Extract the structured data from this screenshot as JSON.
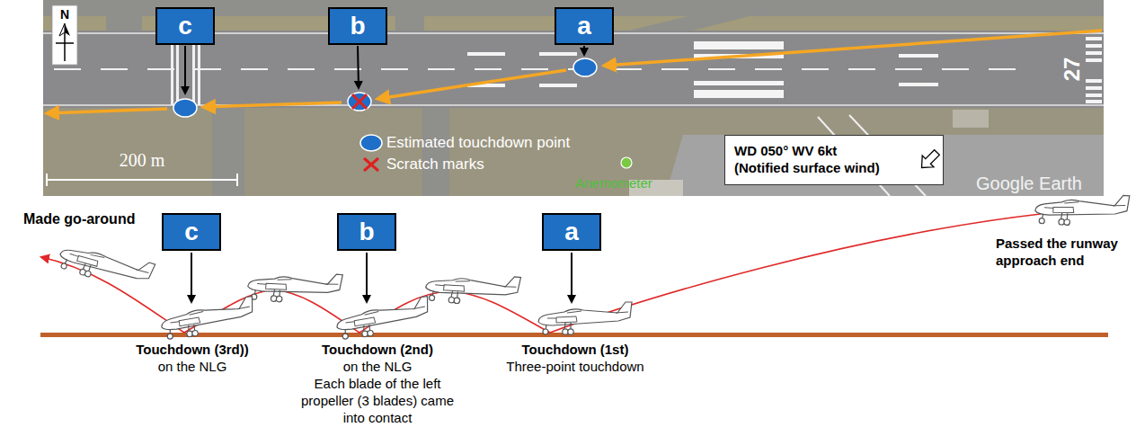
{
  "diagram": {
    "nodes": [
      {
        "text": [
          "c"
        ]
      },
      {
        "text": [
          "b"
        ]
      },
      {
        "text": [
          "a"
        ]
      },
      {
        "text": [
          "WD 050° WV 6kt (Notified surface wind)"
        ]
      },
      {
        "text": [
          "c"
        ]
      },
      {
        "text": [
          "b"
        ]
      },
      {
        "text": [
          "a"
        ]
      }
    ],
    "labels": [
      "N",
      "200 m",
      "Anemometer",
      "Google Earth",
      "27",
      "Made go-around",
      "Touchdown (3rd))",
      "on the NLG",
      "Touchdown (2nd)",
      "on the NLG",
      "Each blade of the left propeller (3 blades) came into contact",
      "Touchdown (1st)",
      "Three-point touchdown",
      "Passed the runway approach end"
    ],
    "legend": [
      {
        "text": "Estimated touchdown point"
      },
      {
        "text": "Scratch marks"
      }
    ]
  }
}
